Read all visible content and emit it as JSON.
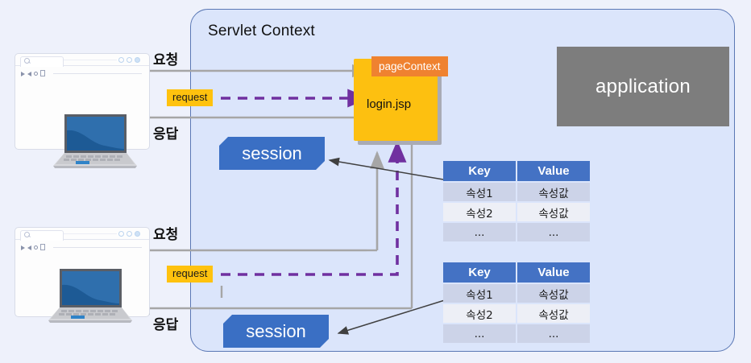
{
  "diagram": {
    "title": "Servlet Context",
    "application_label": "application",
    "page_box": {
      "file_label": "login.jsp",
      "context_label": "pageContext"
    },
    "flows": [
      {
        "request_arrow_label": "요청",
        "response_arrow_label": "응답",
        "request_chip": "request",
        "session_label": "session"
      },
      {
        "request_arrow_label": "요청",
        "response_arrow_label": "응답",
        "request_chip": "request",
        "session_label": "session"
      }
    ],
    "tables": [
      {
        "headers": [
          "Key",
          "Value"
        ],
        "rows": [
          [
            "속성1",
            "속성값"
          ],
          [
            "속성2",
            "속성값"
          ],
          [
            "...",
            "..."
          ]
        ]
      },
      {
        "headers": [
          "Key",
          "Value"
        ],
        "rows": [
          [
            "속성1",
            "속성값"
          ],
          [
            "속성2",
            "속성값"
          ],
          [
            "...",
            "..."
          ]
        ]
      }
    ],
    "colors": {
      "background": "#eef1fb",
      "panel_fill": "#dbe5fb",
      "panel_border": "#5b78b5",
      "page_box": "#fdc010",
      "page_context": "#ef8230",
      "request_chip": "#ffc20e",
      "session": "#3a6fc4",
      "application": "#7d7d7d",
      "table_header": "#4472c4",
      "dashed_arrow": "#7030a0",
      "solid_arrow": "#a6a6a6",
      "thin_arrow": "#404040"
    }
  }
}
